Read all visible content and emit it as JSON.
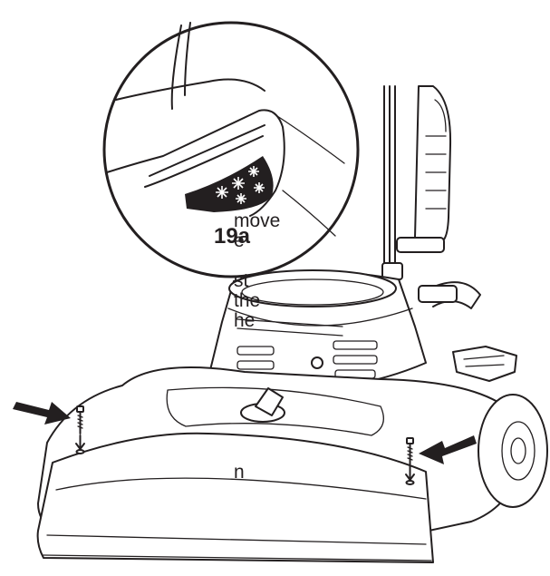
{
  "callout": {
    "label": "19a"
  },
  "text_fragments": [
    "move",
    "e",
    "st",
    "the",
    "he",
    "n"
  ],
  "colors": {
    "ink": "#231f20",
    "background": "#ffffff"
  }
}
